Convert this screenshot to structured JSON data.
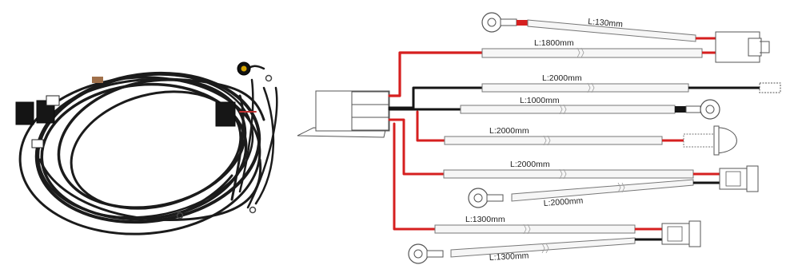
{
  "photo": {
    "subject": "wiring-harness-photo",
    "cable_color": "#1a1a1a"
  },
  "diagram": {
    "colors": {
      "red_wire": "#d61f1f",
      "black_wire": "#151515",
      "sleeve": "#f6f6f6",
      "outline": "#555555"
    },
    "length_labels": {
      "top_ring": "L:130mm",
      "top_connector": "L:1800mm",
      "black_out": "L:2000mm",
      "ground_ring": "L:1000mm",
      "switch": "L:2000mm",
      "plug_a": "L:2000mm",
      "plug_a_ring": "L:2000mm",
      "plug_b": "L:1300mm",
      "plug_b_ring": "L:1300mm"
    }
  }
}
